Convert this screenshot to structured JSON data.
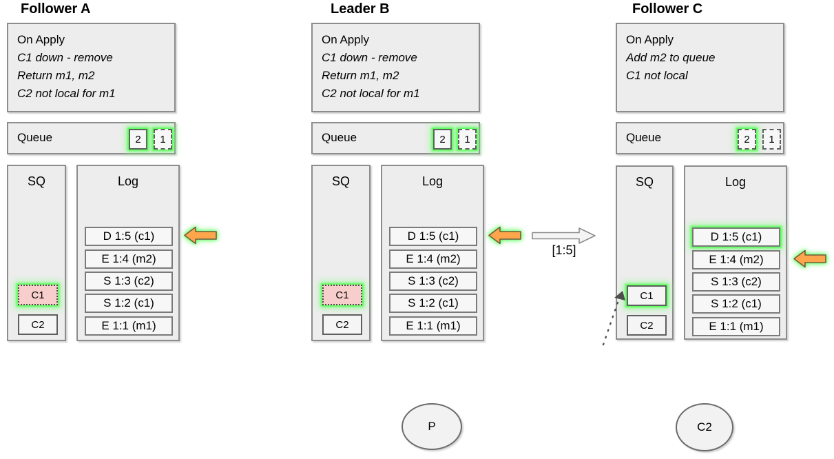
{
  "nodes": [
    {
      "title": "Follower A",
      "on_apply": {
        "header": "On Apply",
        "lines": [
          "C1 down - remove",
          "Return m1, m2",
          "C2 not local for m1"
        ]
      },
      "queue": {
        "label": "Queue",
        "items": [
          "2",
          "1"
        ]
      },
      "sq": {
        "label": "SQ",
        "items": [
          "C1",
          "C2"
        ]
      },
      "log": {
        "label": "Log",
        "entries": [
          "D 1:5 (c1)",
          "E 1:4 (m2)",
          "S 1:3 (c2)",
          "S 1:2 (c1)",
          "E 1:1 (m1)"
        ]
      }
    },
    {
      "title": "Leader B",
      "on_apply": {
        "header": "On Apply",
        "lines": [
          "C1 down - remove",
          "Return m1, m2",
          "C2 not local for m1"
        ]
      },
      "queue": {
        "label": "Queue",
        "items": [
          "2",
          "1"
        ]
      },
      "sq": {
        "label": "SQ",
        "items": [
          "C1",
          "C2"
        ]
      },
      "log": {
        "label": "Log",
        "entries": [
          "D 1:5 (c1)",
          "E 1:4 (m2)",
          "S 1:3 (c2)",
          "S 1:2 (c1)",
          "E 1:1 (m1)"
        ]
      }
    },
    {
      "title": "Follower C",
      "on_apply": {
        "header": "On Apply",
        "lines": [
          "Add m2 to queue",
          "C1 not local"
        ]
      },
      "queue": {
        "label": "Queue",
        "items": [
          "2",
          "1"
        ]
      },
      "sq": {
        "label": "SQ",
        "items": [
          "C1",
          "C2"
        ]
      },
      "log": {
        "label": "Log",
        "entries": [
          "D 1:5 (c1)",
          "E 1:4 (m2)",
          "S 1:3 (c2)",
          "S 1:2 (c1)",
          "E 1:1 (m1)"
        ]
      }
    }
  ],
  "replication_arrow": {
    "label": "[1:5]"
  },
  "actors": [
    {
      "label": "P"
    },
    {
      "label": "C2"
    }
  ],
  "colors": {
    "highlight_glow": "#57ff57",
    "arrow_orange": "#ffa64d",
    "removed_pink": "#f8cecc",
    "panel_fill": "#ededed"
  }
}
